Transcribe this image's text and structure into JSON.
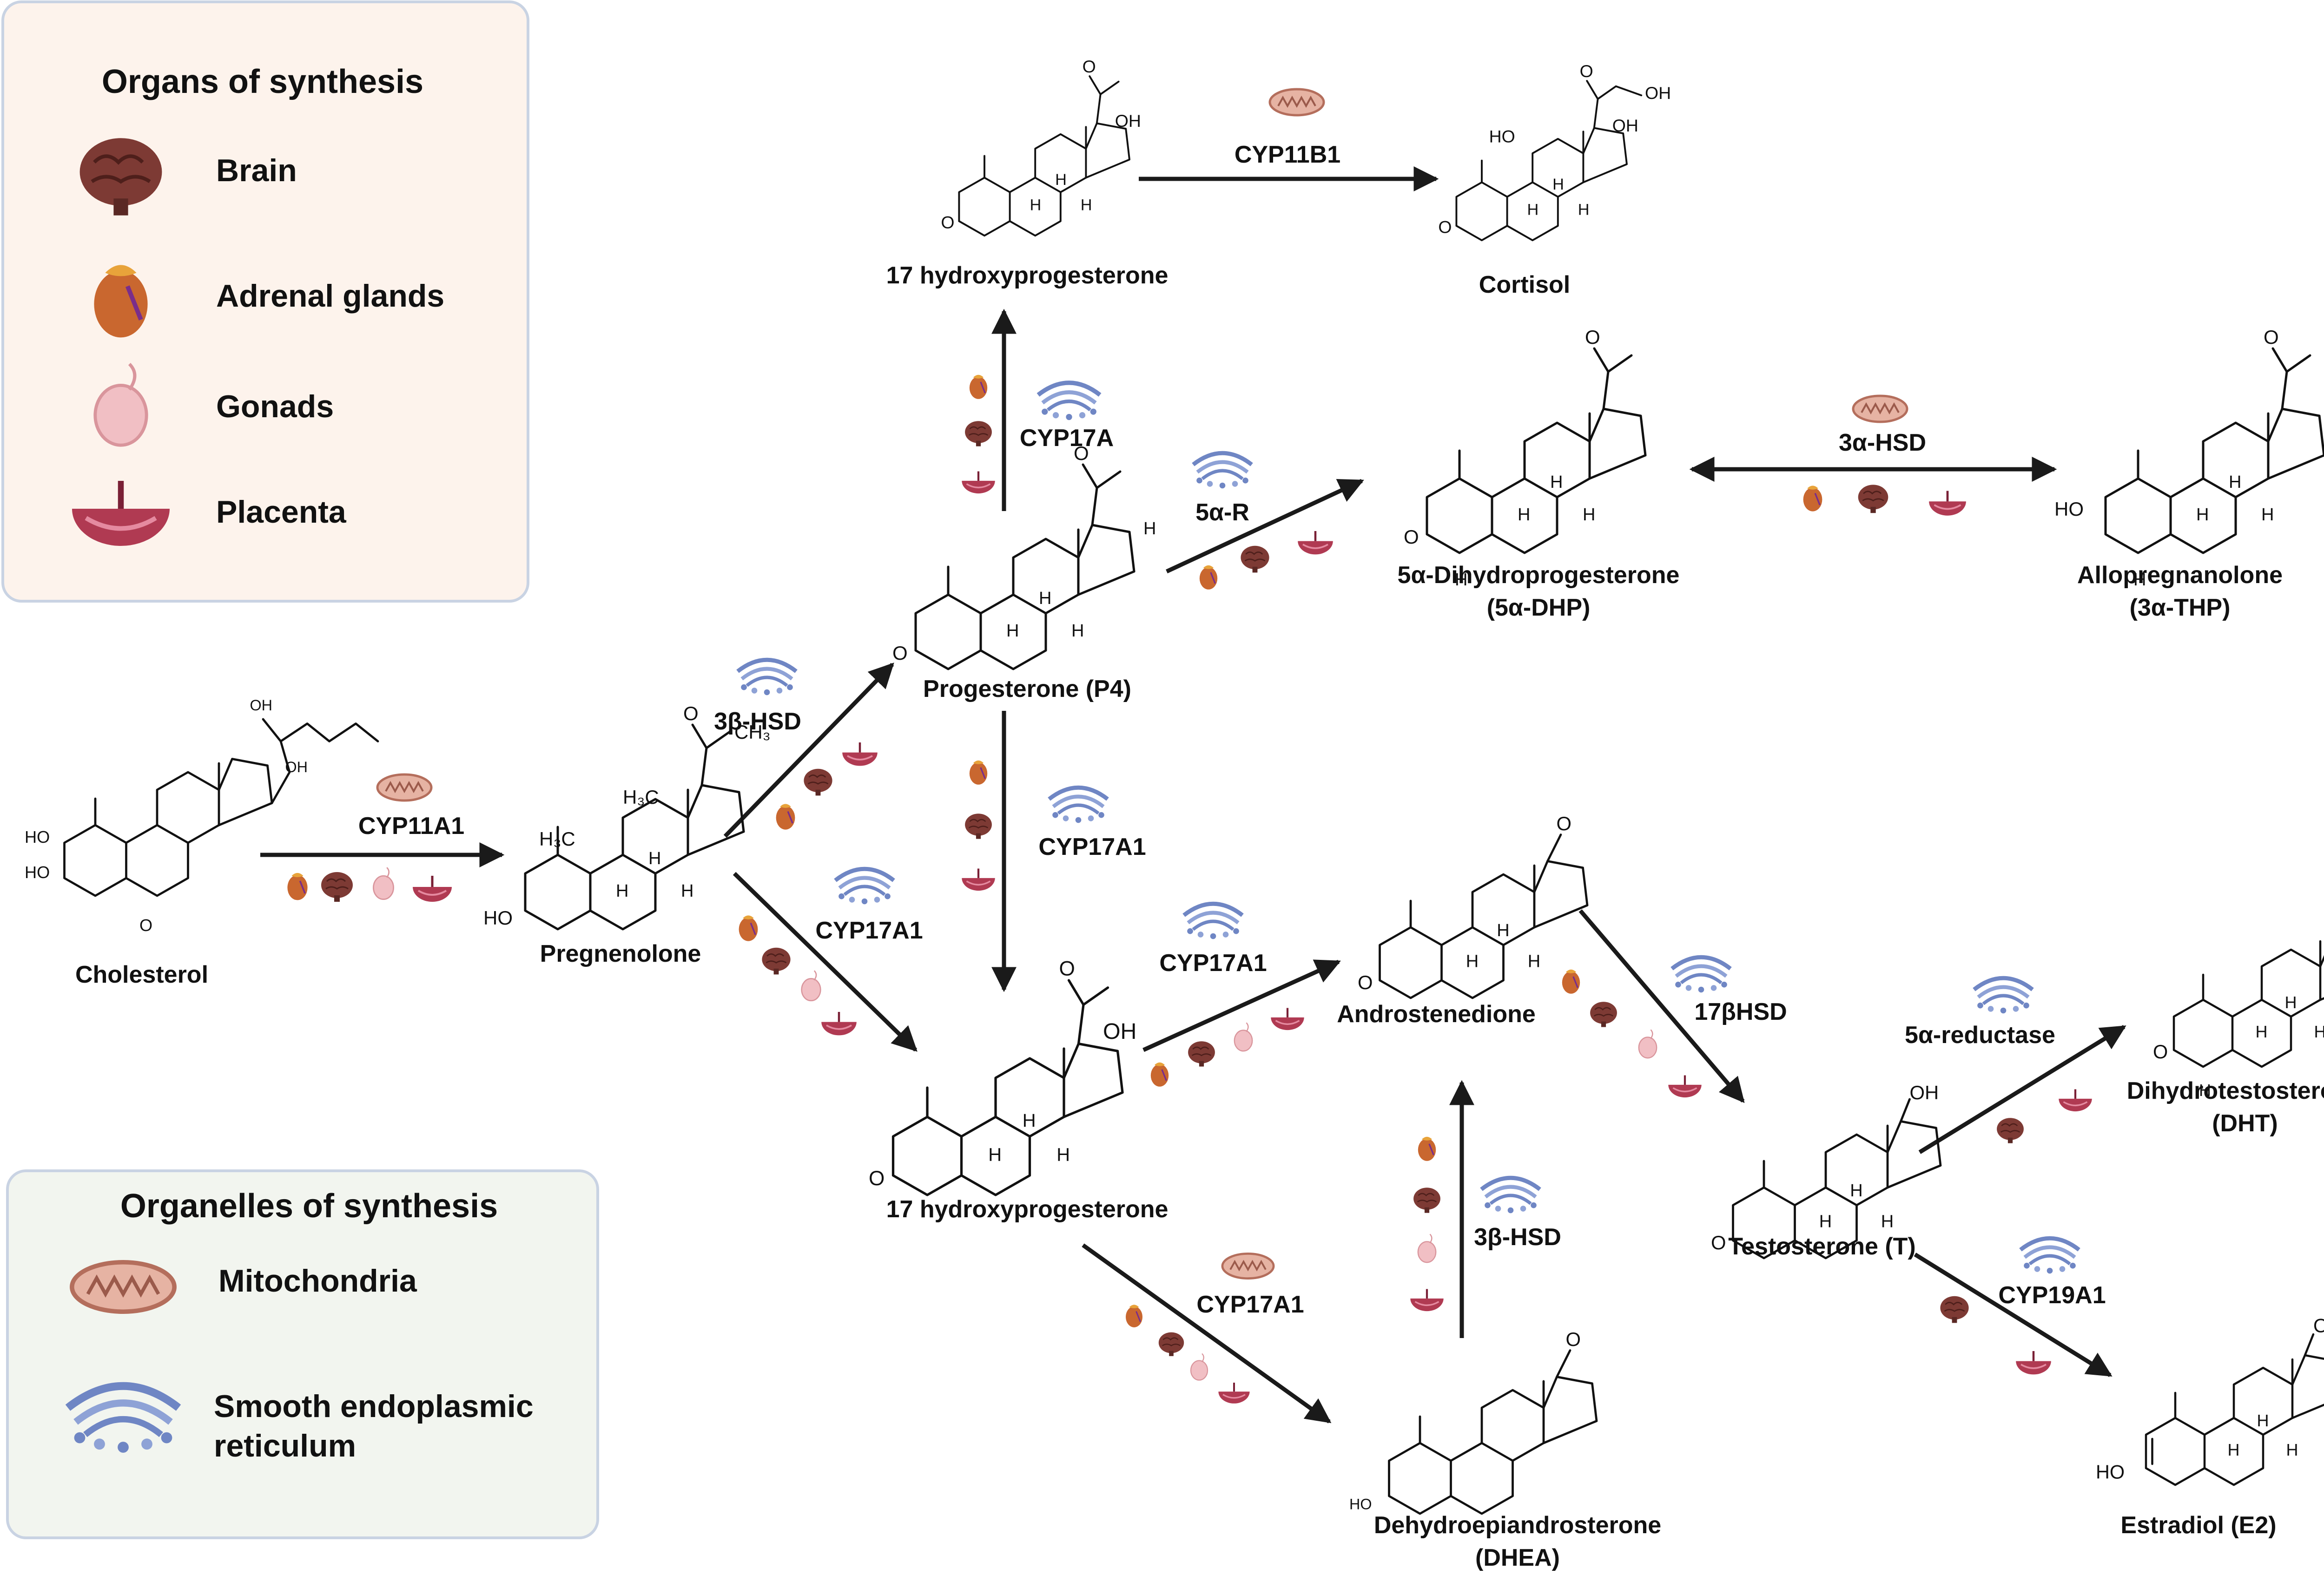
{
  "legend_organs": {
    "title": "Organs of synthesis",
    "items": [
      {
        "label": "Brain",
        "icon": "brain-icon"
      },
      {
        "label": "Adrenal glands",
        "icon": "adrenal-gland-icon"
      },
      {
        "label": "Gonads",
        "icon": "gonad-icon"
      },
      {
        "label": "Placenta",
        "icon": "placenta-icon"
      }
    ]
  },
  "legend_organelles": {
    "title": "Organelles of synthesis",
    "items": [
      {
        "label": "Mitochondria",
        "icon": "mitochondria-icon"
      },
      {
        "label": "Smooth endoplasmic",
        "label2": "reticulum",
        "icon": "smooth-er-icon"
      }
    ]
  },
  "compounds": {
    "cholesterol": "Cholesterol",
    "pregnenolone": "Pregnenolone",
    "progesterone": "Progesterone (P4)",
    "ohp_top": "17 hydroxyprogesterone",
    "ohp_mid": "17 hydroxyprogesterone",
    "cortisol": "Cortisol",
    "dhp": "5α-Dihydroprogesterone",
    "dhp2": "(5α-DHP)",
    "allo": "Allopregnanolone",
    "allo2": "(3α-THP)",
    "androstenedione": "Androstenedione",
    "dhea": "Dehydroepiandrosterone",
    "dhea2": "(DHEA)",
    "testosterone": "Testosterone (T)",
    "dht": "Dihydrotestosterone",
    "dht2": "(DHT)",
    "estradiol": "Estradiol (E2)"
  },
  "enzymes": {
    "cyp11a1": "CYP11A1",
    "hsd3b_a": "3β-HSD",
    "cyp17a1_a": "CYP17A1",
    "cyp17a1_b": "CYP17A1",
    "cyp17a": "CYP17A",
    "cyp11b1": "CYP11B1",
    "r5a": "5α-R",
    "hsd3a": "3α-HSD",
    "cyp17a1_c": "CYP17A1",
    "cyp17a1_d": "CYP17A1",
    "hsd3b_b": "3β-HSD",
    "hsd17b": "17βHSD",
    "reductase": "5α-reductase",
    "cyp19a1": "CYP19A1"
  },
  "atoms": {
    "o": "O",
    "oh": "OH",
    "ho": "HO",
    "h": "H",
    "ch3": "CH₃",
    "h3c": "H₃C"
  },
  "colors": {
    "legend_organs_bg": "#fdf3ec",
    "legend_organelles_bg": "#f2f5ef",
    "legend_border": "#c9d3e3",
    "brain": "#7d3a34",
    "adrenal": "#c9672f",
    "gonad": "#f1bfc4",
    "placenta": "#b03a52",
    "mitochondria": "#c58a78",
    "er": "#6f86c4",
    "arrow": "#1a1a1a"
  }
}
